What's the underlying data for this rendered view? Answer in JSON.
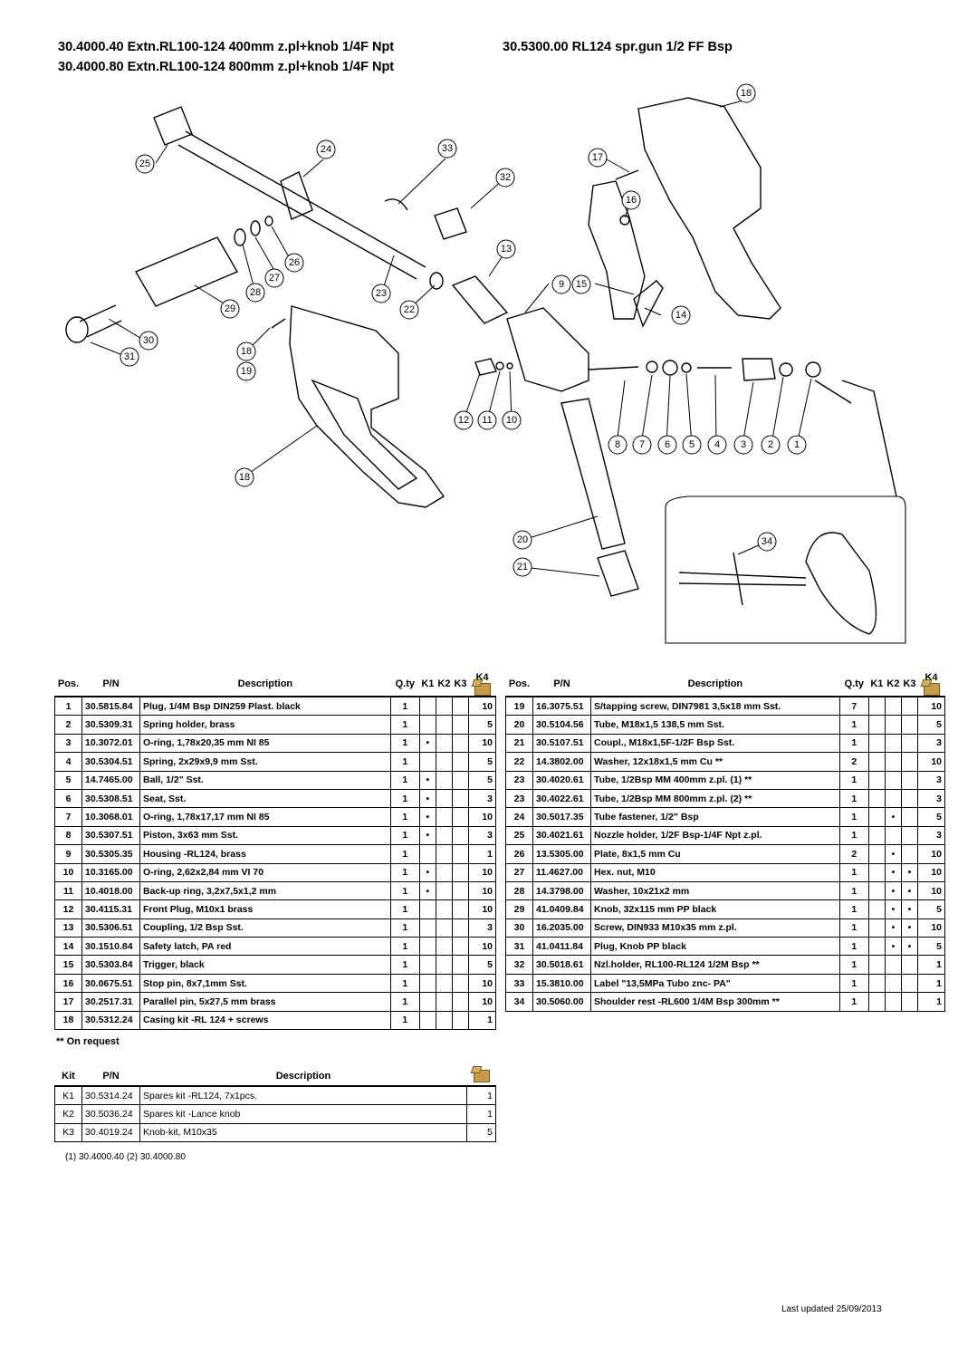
{
  "header": {
    "line1_left": "30.4000.40 Extn.RL100-124 400mm z.pl+knob 1/4F Npt",
    "line1_right": "30.5300.00 RL124 spr.gun 1/2 FF Bsp",
    "line2_left": "30.4000.80 Extn.RL100-124 800mm z.pl+knob 1/4F Npt"
  },
  "diagram": {
    "labels": [
      "25",
      "24",
      "33",
      "32",
      "18",
      "17",
      "16",
      "27",
      "26",
      "28",
      "29",
      "23",
      "22",
      "13",
      "9",
      "15",
      "14",
      "30",
      "31",
      "18",
      "19",
      "12",
      "11",
      "10",
      "8",
      "7",
      "6",
      "5",
      "4",
      "3",
      "2",
      "1",
      "18",
      "20",
      "21",
      "34"
    ]
  },
  "parts_table": {
    "headers": {
      "pos": "Pos.",
      "pn": "P/N",
      "desc": "Description",
      "qty": "Q.ty",
      "k1": "K1",
      "k2": "K2",
      "k3": "K3",
      "k4": "K4"
    },
    "left_rows": [
      {
        "pos": "1",
        "pn": "30.5815.84",
        "desc": "Plug, 1/4M Bsp DIN259 Plast. black",
        "qty": "1",
        "k1": "",
        "k2": "",
        "k3": "",
        "box": "10"
      },
      {
        "pos": "2",
        "pn": "30.5309.31",
        "desc": "Spring holder, brass",
        "qty": "1",
        "k1": "",
        "k2": "",
        "k3": "",
        "box": "5"
      },
      {
        "pos": "3",
        "pn": "10.3072.01",
        "desc": "O-ring, 1,78x20,35 mm NI 85",
        "qty": "1",
        "k1": "•",
        "k2": "",
        "k3": "",
        "box": "10"
      },
      {
        "pos": "4",
        "pn": "30.5304.51",
        "desc": "Spring, 2x29x9,9 mm Sst.",
        "qty": "1",
        "k1": "",
        "k2": "",
        "k3": "",
        "box": "5"
      },
      {
        "pos": "5",
        "pn": "14.7465.00",
        "desc": "Ball, 1/2\" Sst.",
        "qty": "1",
        "k1": "•",
        "k2": "",
        "k3": "",
        "box": "5"
      },
      {
        "pos": "6",
        "pn": "30.5308.51",
        "desc": "Seat, Sst.",
        "qty": "1",
        "k1": "•",
        "k2": "",
        "k3": "",
        "box": "3"
      },
      {
        "pos": "7",
        "pn": "10.3068.01",
        "desc": "O-ring, 1,78x17,17 mm NI 85",
        "qty": "1",
        "k1": "•",
        "k2": "",
        "k3": "",
        "box": "10"
      },
      {
        "pos": "8",
        "pn": "30.5307.51",
        "desc": "Piston, 3x63 mm Sst.",
        "qty": "1",
        "k1": "•",
        "k2": "",
        "k3": "",
        "box": "3"
      },
      {
        "pos": "9",
        "pn": "30.5305.35",
        "desc": "Housing -RL124, brass",
        "qty": "1",
        "k1": "",
        "k2": "",
        "k3": "",
        "box": "1"
      },
      {
        "pos": "10",
        "pn": "10.3165.00",
        "desc": "O-ring, 2,62x2,84 mm VI 70",
        "qty": "1",
        "k1": "•",
        "k2": "",
        "k3": "",
        "box": "10"
      },
      {
        "pos": "11",
        "pn": "10.4018.00",
        "desc": "Back-up ring, 3,2x7,5x1,2 mm",
        "qty": "1",
        "k1": "•",
        "k2": "",
        "k3": "",
        "box": "10"
      },
      {
        "pos": "12",
        "pn": "30.4115.31",
        "desc": "Front Plug, M10x1 brass",
        "qty": "1",
        "k1": "",
        "k2": "",
        "k3": "",
        "box": "10"
      },
      {
        "pos": "13",
        "pn": "30.5306.51",
        "desc": "Coupling, 1/2 Bsp Sst.",
        "qty": "1",
        "k1": "",
        "k2": "",
        "k3": "",
        "box": "3"
      },
      {
        "pos": "14",
        "pn": "30.1510.84",
        "desc": "Safety latch, PA red",
        "qty": "1",
        "k1": "",
        "k2": "",
        "k3": "",
        "box": "10"
      },
      {
        "pos": "15",
        "pn": "30.5303.84",
        "desc": "Trigger, black",
        "qty": "1",
        "k1": "",
        "k2": "",
        "k3": "",
        "box": "5"
      },
      {
        "pos": "16",
        "pn": "30.0675.51",
        "desc": "Stop pin, 8x7,1mm Sst.",
        "qty": "1",
        "k1": "",
        "k2": "",
        "k3": "",
        "box": "10"
      },
      {
        "pos": "17",
        "pn": "30.2517.31",
        "desc": "Parallel pin, 5x27,5 mm brass",
        "qty": "1",
        "k1": "",
        "k2": "",
        "k3": "",
        "box": "10"
      },
      {
        "pos": "18",
        "pn": "30.5312.24",
        "desc": "Casing kit -RL 124 + screws",
        "qty": "1",
        "k1": "",
        "k2": "",
        "k3": "",
        "box": "1"
      }
    ],
    "right_rows": [
      {
        "pos": "19",
        "pn": "16.3075.51",
        "desc": "S/tapping screw, DIN7981 3,5x18 mm Sst.",
        "qty": "7",
        "k1": "",
        "k2": "",
        "k3": "",
        "box": "10"
      },
      {
        "pos": "20",
        "pn": "30.5104.56",
        "desc": "Tube, M18x1,5 138,5 mm Sst.",
        "qty": "1",
        "k1": "",
        "k2": "",
        "k3": "",
        "box": "5"
      },
      {
        "pos": "21",
        "pn": "30.5107.51",
        "desc": "Coupl., M18x1,5F-1/2F Bsp Sst.",
        "qty": "1",
        "k1": "",
        "k2": "",
        "k3": "",
        "box": "3"
      },
      {
        "pos": "22",
        "pn": "14.3802.00",
        "desc": "Washer, 12x18x1,5 mm Cu **",
        "qty": "2",
        "k1": "",
        "k2": "",
        "k3": "",
        "box": "10"
      },
      {
        "pos": "23",
        "pn": "30.4020.61",
        "desc": "Tube, 1/2Bsp MM 400mm z.pl. (1) **",
        "qty": "1",
        "k1": "",
        "k2": "",
        "k3": "",
        "box": "3"
      },
      {
        "pos": "23",
        "pn": "30.4022.61",
        "desc": "Tube, 1/2Bsp MM 800mm z.pl. (2) **",
        "qty": "1",
        "k1": "",
        "k2": "",
        "k3": "",
        "box": "3"
      },
      {
        "pos": "24",
        "pn": "30.5017.35",
        "desc": "Tube fastener, 1/2\" Bsp",
        "qty": "1",
        "k1": "",
        "k2": "•",
        "k3": "",
        "box": "5"
      },
      {
        "pos": "25",
        "pn": "30.4021.61",
        "desc": "Nozzle holder, 1/2F Bsp-1/4F Npt z.pl.",
        "qty": "1",
        "k1": "",
        "k2": "",
        "k3": "",
        "box": "3"
      },
      {
        "pos": "26",
        "pn": "13.5305.00",
        "desc": "Plate, 8x1,5 mm Cu",
        "qty": "2",
        "k1": "",
        "k2": "•",
        "k3": "",
        "box": "10"
      },
      {
        "pos": "27",
        "pn": "11.4627.00",
        "desc": "Hex. nut, M10",
        "qty": "1",
        "k1": "",
        "k2": "•",
        "k3": "•",
        "box": "10"
      },
      {
        "pos": "28",
        "pn": "14.3798.00",
        "desc": "Washer, 10x21x2 mm",
        "qty": "1",
        "k1": "",
        "k2": "•",
        "k3": "•",
        "box": "10"
      },
      {
        "pos": "29",
        "pn": "41.0409.84",
        "desc": "Knob, 32x115 mm PP black",
        "qty": "1",
        "k1": "",
        "k2": "•",
        "k3": "•",
        "box": "5"
      },
      {
        "pos": "30",
        "pn": "16.2035.00",
        "desc": "Screw, DIN933 M10x35 mm z.pl.",
        "qty": "1",
        "k1": "",
        "k2": "•",
        "k3": "•",
        "box": "10"
      },
      {
        "pos": "31",
        "pn": "41.0411.84",
        "desc": "Plug, Knob PP black",
        "qty": "1",
        "k1": "",
        "k2": "•",
        "k3": "•",
        "box": "5"
      },
      {
        "pos": "32",
        "pn": "30.5018.61",
        "desc": "Nzl.holder, RL100-RL124 1/2M Bsp **",
        "qty": "1",
        "k1": "",
        "k2": "",
        "k3": "",
        "box": "1"
      },
      {
        "pos": "33",
        "pn": "15.3810.00",
        "desc": "Label \"13,5MPa Tubo znc- PA\"",
        "qty": "1",
        "k1": "",
        "k2": "",
        "k3": "",
        "box": "1"
      },
      {
        "pos": "34",
        "pn": "30.5060.00",
        "desc": "Shoulder rest -RL600 1/4M Bsp 300mm **",
        "qty": "1",
        "k1": "",
        "k2": "",
        "k3": "",
        "box": "1"
      }
    ]
  },
  "on_request_note": "** On request",
  "kit_table": {
    "headers": {
      "kit": "Kit",
      "pn": "P/N",
      "desc": "Description"
    },
    "rows": [
      {
        "kit": "K1",
        "pn": "30.5314.24",
        "desc": "Spares kit -RL124, 7x1pcs.",
        "box": "1"
      },
      {
        "kit": "K2",
        "pn": "30.5036.24",
        "desc": "Spares kit -Lance knob",
        "box": "1"
      },
      {
        "kit": "K3",
        "pn": "30.4019.24",
        "desc": "Knob-kit, M10x35",
        "box": "5"
      }
    ]
  },
  "footnote": "(1) 30.4000.40   (2) 30.4000.80",
  "last_updated": "Last updated 25/09/2013"
}
